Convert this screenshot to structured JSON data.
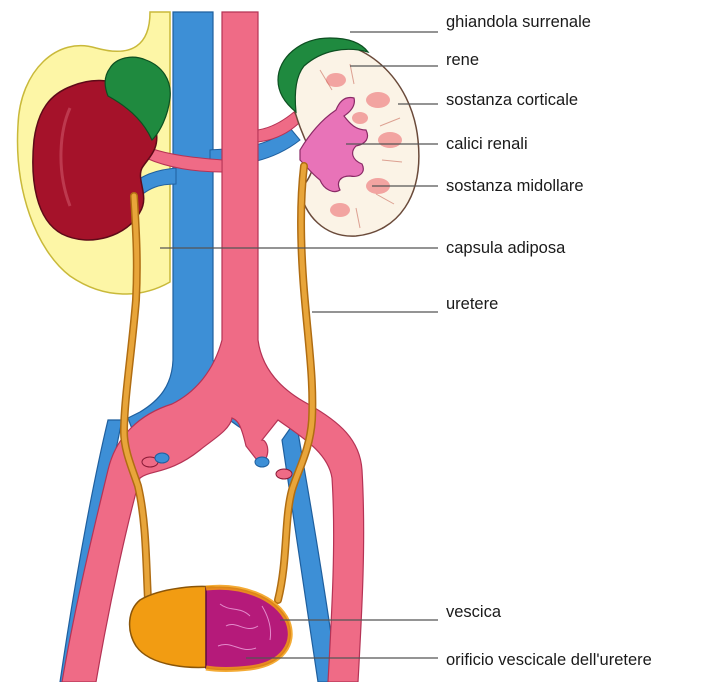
{
  "labels": {
    "adrenal_gland": "ghiandola surrenale",
    "kidney": "rene",
    "cortex": "sostanza corticale",
    "calyces": "calici renali",
    "medulla": "sostanza midollare",
    "adipose_capsule": "capsula adiposa",
    "ureter": "uretere",
    "bladder": "vescica",
    "ureteral_orifice": "orificio vescicale dell'uretere"
  },
  "colors": {
    "vein": "#3d8fd6",
    "artery": "#ef6b86",
    "ureter": "#e8a53a",
    "fat": "#fdf6a6",
    "kidney": "#a5122a",
    "adrenal": "#1f8a3f",
    "bladder_outer": "#f29c12",
    "bladder_inner": "#b51a7a",
    "pelvis": "#e873b8"
  }
}
